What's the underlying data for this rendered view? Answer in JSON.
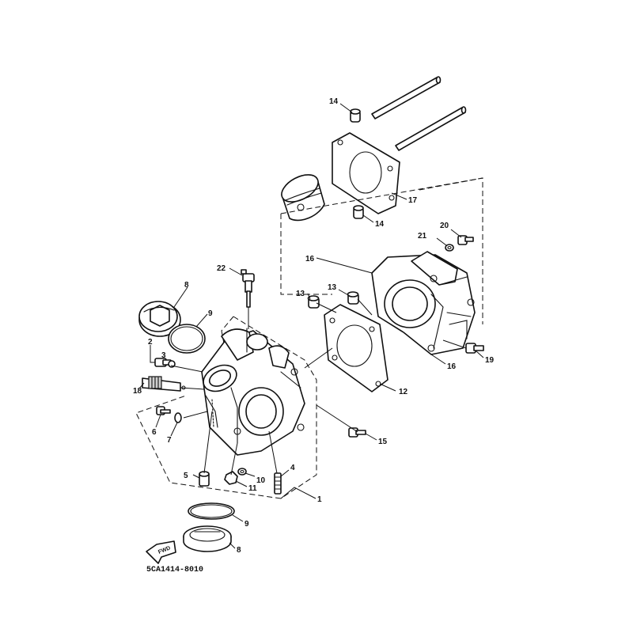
{
  "diagram": {
    "part_code": "5CA1414-8010",
    "fwd_label": "FWD",
    "callouts": {
      "c1": "1",
      "c2": "2",
      "c3": "3",
      "c4": "4",
      "c5": "5",
      "c6": "6",
      "c7": "7",
      "c8a": "8",
      "c8b": "8",
      "c9a": "9",
      "c9b": "9",
      "c10": "10",
      "c11": "11",
      "c12": "12",
      "c13a": "13",
      "c13b": "13",
      "c14a": "14",
      "c14b": "14",
      "c15": "15",
      "c16a": "16",
      "c16b": "16",
      "c17": "17",
      "c18": "18",
      "c19": "19",
      "c20": "20",
      "c21": "21",
      "c22": "22"
    }
  }
}
